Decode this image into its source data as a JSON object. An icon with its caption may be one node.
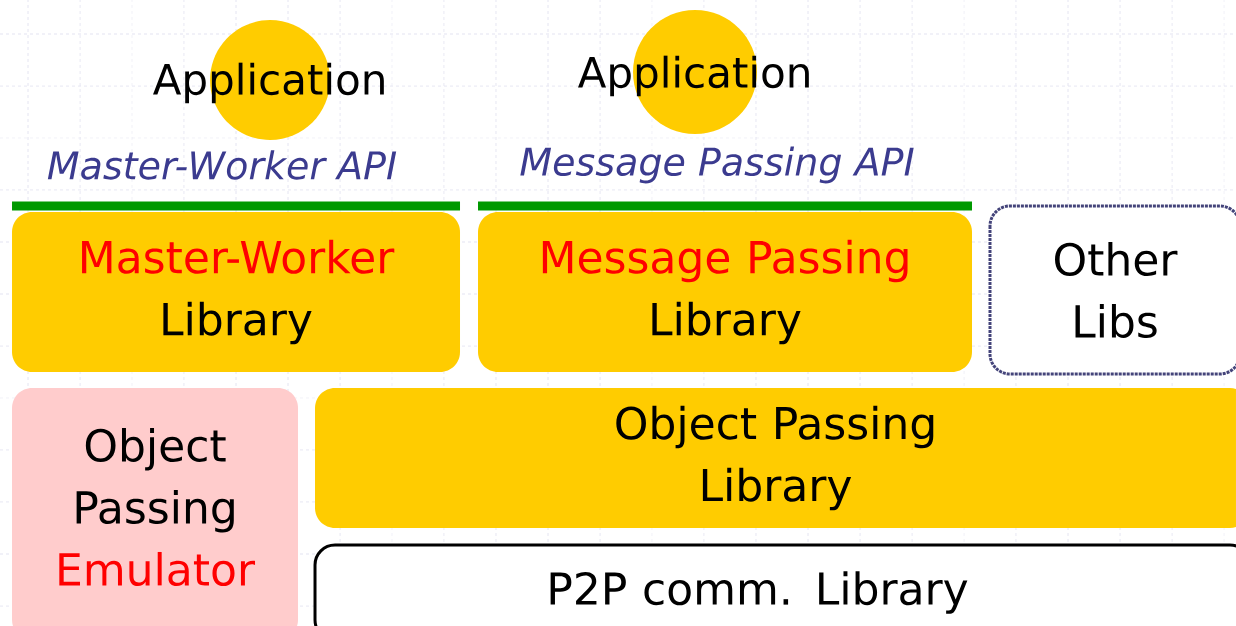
{
  "diagram": {
    "nodes": [
      {
        "text": [
          "Application"
        ]
      },
      {
        "text": [
          "Application"
        ]
      },
      {
        "text": [
          "Master-Worker",
          "Library"
        ]
      },
      {
        "text": [
          "Message Passing",
          "Library"
        ]
      },
      {
        "text": [
          "Other Libs"
        ]
      },
      {
        "text": [
          "Object Passing",
          "Emulator"
        ]
      },
      {
        "text": [
          "Object Passing Library"
        ]
      },
      {
        "text": [
          "P2P comm. Library"
        ]
      }
    ],
    "labels": [
      "Master-Worker API",
      "Message Passing API"
    ]
  }
}
